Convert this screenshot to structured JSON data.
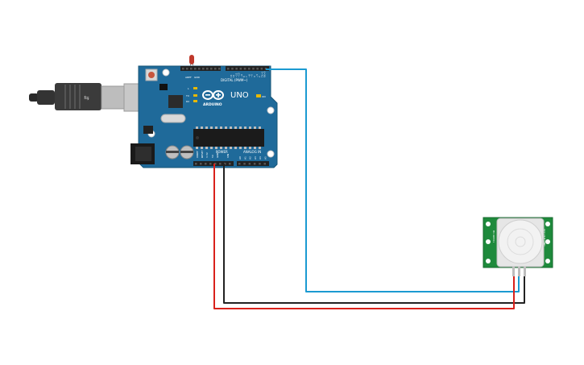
{
  "board": {
    "brand": "ARDUINO",
    "model": "UNO",
    "header_digital": "DIGITAL (PWM~)",
    "header_power": "POWER",
    "header_analog": "ANALOG IN",
    "label_aref": "AREF",
    "label_gnd": "GND",
    "label_l": "L",
    "label_tx": "TX",
    "label_rx": "RX",
    "label_on": "ON",
    "label_ioref": "IOREF",
    "label_reset": "RESET",
    "label_3v3": "3.3V",
    "label_5v": "5V",
    "label_vin": "VIN",
    "digital_pins": [
      "13",
      "12",
      "~11",
      "~10",
      "~9",
      "8",
      "7",
      "~6",
      "~5",
      "4",
      "~3",
      "2",
      "TX→1",
      "RX←0"
    ],
    "analog_pins": [
      "A0",
      "A1",
      "A2",
      "A3",
      "A4",
      "A5"
    ],
    "board_color": "#1f6a9a",
    "led_color": "#c0392b"
  },
  "sensor": {
    "board_color": "#1e8a3c",
    "side_label_left": "HC-SR501",
    "side_label_right": "VCC OUT GND"
  },
  "wires": {
    "signal_color": "#1b9ad1",
    "gnd_color": "#222222",
    "vcc_color": "#d9211b"
  }
}
